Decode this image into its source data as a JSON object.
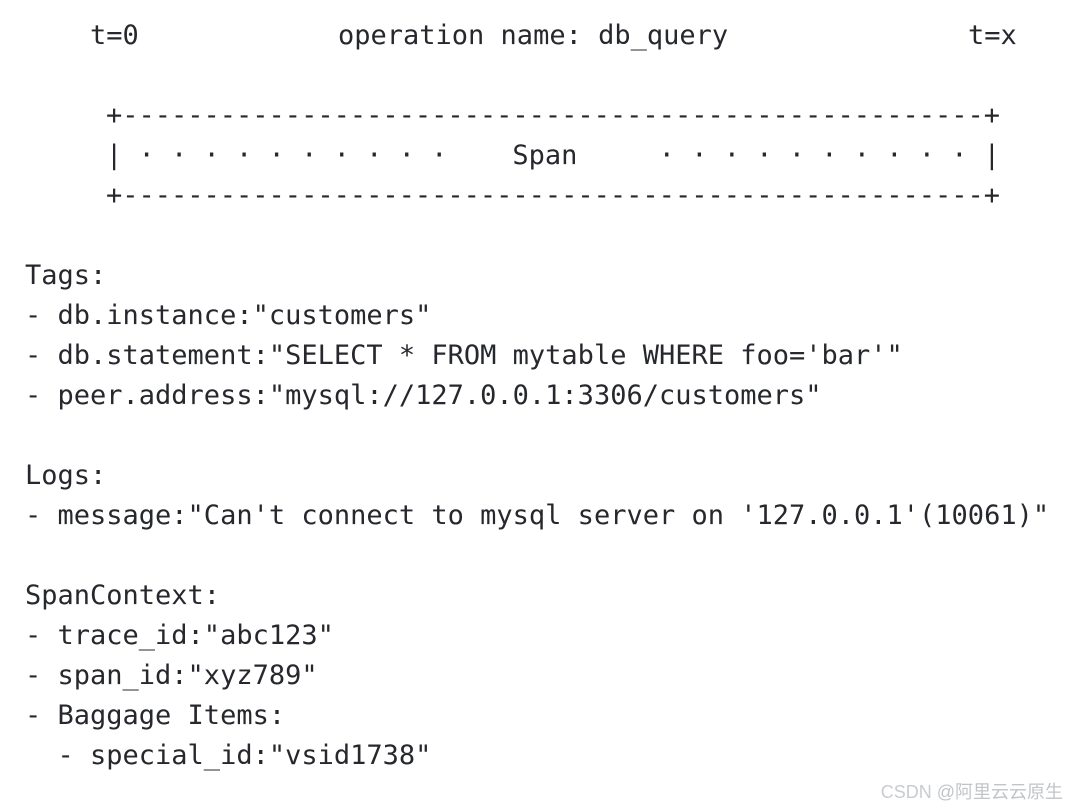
{
  "timeline": {
    "t_start": "t=0",
    "operation": "operation name: db_query",
    "t_end": "t=x"
  },
  "span_box": {
    "top_border": "+-----------------------------------------------------+",
    "label_line": "| · · · · · · · · · ·    Span     · · · · · · · · · · |",
    "bottom_border": "+-----------------------------------------------------+"
  },
  "sections": {
    "tags": {
      "heading": "Tags:",
      "items": [
        "- db.instance:\"customers\"",
        "- db.statement:\"SELECT * FROM mytable WHERE foo='bar'\"",
        "- peer.address:\"mysql://127.0.0.1:3306/customers\""
      ]
    },
    "logs": {
      "heading": "Logs:",
      "items": [
        "- message:\"Can't connect to mysql server on '127.0.0.1'(10061)\""
      ]
    },
    "span_context": {
      "heading": "SpanContext:",
      "items": [
        "- trace_id:\"abc123\"",
        "- span_id:\"xyz789\"",
        "- Baggage Items:",
        "  - special_id:\"vsid1738\""
      ]
    }
  },
  "watermark": {
    "brand": "CSDN ",
    "handle": "@阿里云云原生"
  },
  "colors": {
    "text": "#26282d",
    "watermark": "#c2c5c8",
    "background": "#ffffff"
  }
}
